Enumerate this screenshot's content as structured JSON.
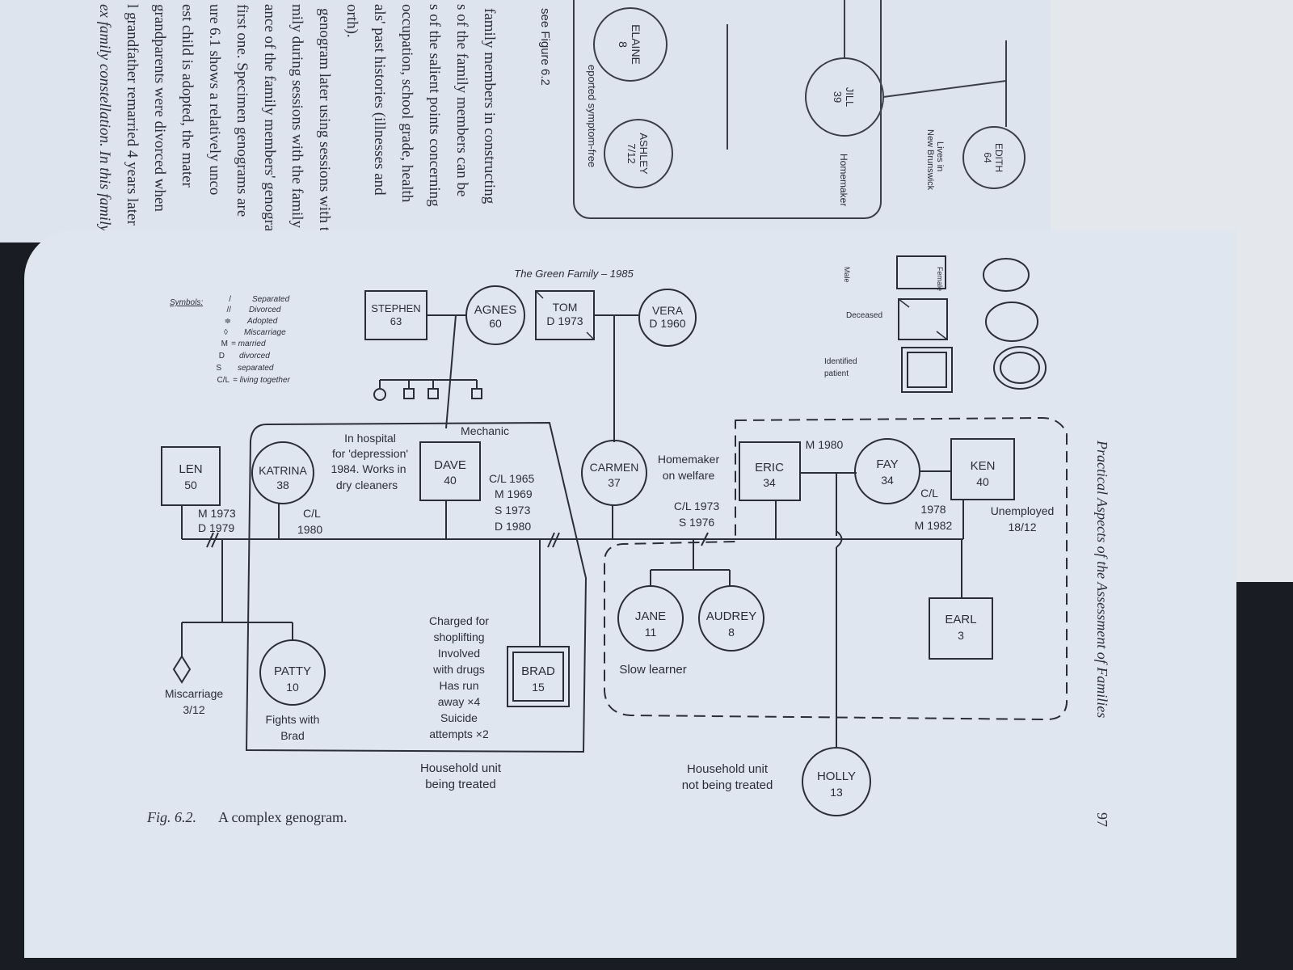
{
  "prev_page": {
    "lines": [
      "family members in constructing",
      "s of the family members can be",
      "s of the salient points concerning",
      "occupation, school grade, health",
      "als' past histories (illnesses and",
      "orth).",
      "genogram later using sessions with the",
      "mily during sessions with the family",
      "ance of the family members' genogram",
      "first one. Specimen genograms are",
      "ure 6.1 shows a relatively unco",
      "est child is adopted, the mater",
      "grandparents were divorced when",
      "l grandfather remarried 4 years later",
      "ex family constellation. In this family"
    ],
    "see_figure": "see Figure 6.2",
    "reported": "eported symptom-free",
    "nodes": {
      "elaine": {
        "name": "ELAINE",
        "age": "8"
      },
      "ashley": {
        "name": "ASHLEY",
        "age": "7/12"
      },
      "jill": {
        "name": "JILL",
        "age": "39"
      },
      "edith": {
        "name": "EDITH",
        "age": "64"
      }
    },
    "homemaker": "Homemaker",
    "lives_in": "Lives in",
    "new_brunswick": "New Brunswick"
  },
  "figure": {
    "title": "The Green Family – 1985",
    "legend": {
      "heading": "Symbols:",
      "items": [
        {
          "glyph": "/",
          "text": "Separated"
        },
        {
          "glyph": "//",
          "text": "Divorced"
        },
        {
          "glyph": "≑",
          "text": "Adopted"
        },
        {
          "glyph": "◊",
          "text": "Miscarriage"
        },
        {
          "glyph": "M",
          "text": "= married"
        },
        {
          "glyph": "D",
          "text": "divorced"
        },
        {
          "glyph": "S",
          "text": "separated"
        },
        {
          "glyph": "C/L",
          "text": "= living together"
        }
      ],
      "male": "Male",
      "female": "Female",
      "deceased": "Deceased",
      "identified_patient_1": "Identified",
      "identified_patient_2": "patient"
    },
    "people": {
      "stephen": {
        "name": "STEPHEN",
        "sub": "63"
      },
      "agnes": {
        "name": "AGNES",
        "sub": "60"
      },
      "tom": {
        "name": "TOM",
        "sub": "D 1973"
      },
      "vera": {
        "name": "VERA",
        "sub": "D 1960"
      },
      "len": {
        "name": "LEN",
        "sub": "50"
      },
      "katrina": {
        "name": "KATRINA",
        "sub": "38"
      },
      "dave": {
        "name": "DAVE",
        "sub": "40"
      },
      "carmen": {
        "name": "CARMEN",
        "sub": "37"
      },
      "eric": {
        "name": "ERIC",
        "sub": "34"
      },
      "fay": {
        "name": "FAY",
        "sub": "34"
      },
      "ken": {
        "name": "KEN",
        "sub": "40"
      },
      "jane": {
        "name": "JANE",
        "sub": "11"
      },
      "audrey": {
        "name": "AUDREY",
        "sub": "8"
      },
      "earl": {
        "name": "EARL",
        "sub": "3"
      },
      "patty": {
        "name": "PATTY",
        "sub": "10"
      },
      "brad": {
        "name": "BRAD",
        "sub": "15"
      },
      "holly": {
        "name": "HOLLY",
        "sub": "13"
      }
    },
    "notes": {
      "katrina_1": "In hospital",
      "katrina_2": "for 'depression'",
      "katrina_3": "1984. Works in",
      "katrina_4": "dry cleaners",
      "mechanic": "Mechanic",
      "dave_1": "C/L 1965",
      "dave_2": "M 1969",
      "dave_3": "S 1973",
      "dave_4": "D 1980",
      "len_m": "M 1973",
      "len_d": "D 1979",
      "katrina_cl": "C/L",
      "katrina_cl_year": "1980",
      "carmen_1": "Homemaker",
      "carmen_2": "on welfare",
      "carmen_cl": "C/L 1973",
      "carmen_s": "S 1976",
      "eric_m": "M 1980",
      "fay_cl": "C/L",
      "fay_cl_year": "1978",
      "fay_m": "M 1982",
      "ken_unemployed": "Unemployed",
      "ken_duration": "18/12",
      "slow_learner": "Slow learner",
      "miscarriage": "Miscarriage",
      "miscarriage_age": "3/12",
      "patty_1": "Fights with",
      "patty_2": "Brad",
      "brad_1": "Charged for",
      "brad_2": "shoplifting",
      "brad_3": "Involved",
      "brad_4": "with drugs",
      "brad_5": "Has run",
      "brad_6": "away ×4",
      "brad_7": "Suicide",
      "brad_8": "attempts ×2",
      "unit_treated_1": "Household unit",
      "unit_treated_2": "being treated",
      "unit_not_1": "Household unit",
      "unit_not_2": "not being treated"
    },
    "caption_label": "Fig. 6.2.",
    "caption_text": "A complex genogram."
  },
  "running_head": "Practical Aspects of the Assessment of Families",
  "page_number": "97"
}
